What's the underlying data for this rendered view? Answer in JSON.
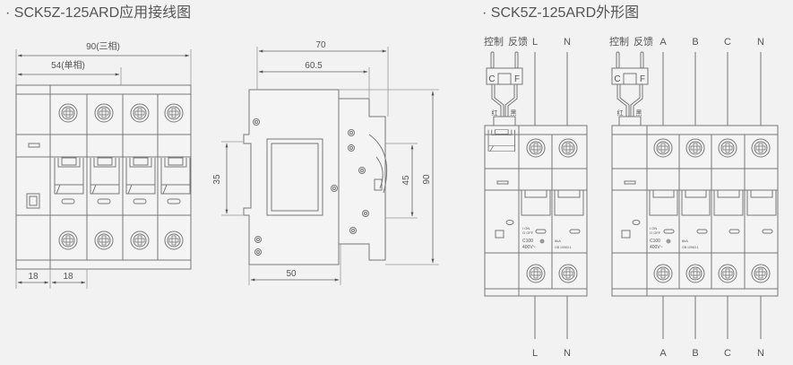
{
  "titles": {
    "left": "· SCK5Z-125ARD应用接线图",
    "right": "· SCK5Z-125ARD外形图"
  },
  "front_dims": {
    "three_phase": "90(三相)",
    "single_phase": "54(单相)",
    "w1": "18",
    "w2": "18"
  },
  "side_dims": {
    "d70": "70",
    "d605": "60.5",
    "d35": "35",
    "d45": "45",
    "d90": "90",
    "d50": "50"
  },
  "outline_2p": {
    "top_labels": [
      "控制",
      "反馈",
      "L",
      "N"
    ],
    "bottom_labels": [
      "L",
      "N"
    ],
    "plug": {
      "c": "C",
      "f": "F",
      "red": "红",
      "black": "黑"
    },
    "marks": {
      "on": "I ON",
      "off": "O OFF",
      "rating": "C100",
      "voltage": "400V~",
      "ka": "6kA",
      "std": "GB 10963.1"
    }
  },
  "outline_4p": {
    "top_labels": [
      "控制",
      "反馈",
      "A",
      "B",
      "C",
      "N"
    ],
    "bottom_labels": [
      "A",
      "B",
      "C",
      "N"
    ],
    "plug": {
      "c": "C",
      "f": "F",
      "red": "红",
      "black": "黑"
    },
    "marks": {
      "on": "I ON",
      "off": "O OFF",
      "rating": "C100",
      "voltage": "400V~",
      "ka": "6kA",
      "std": "GB 10963.1"
    }
  }
}
